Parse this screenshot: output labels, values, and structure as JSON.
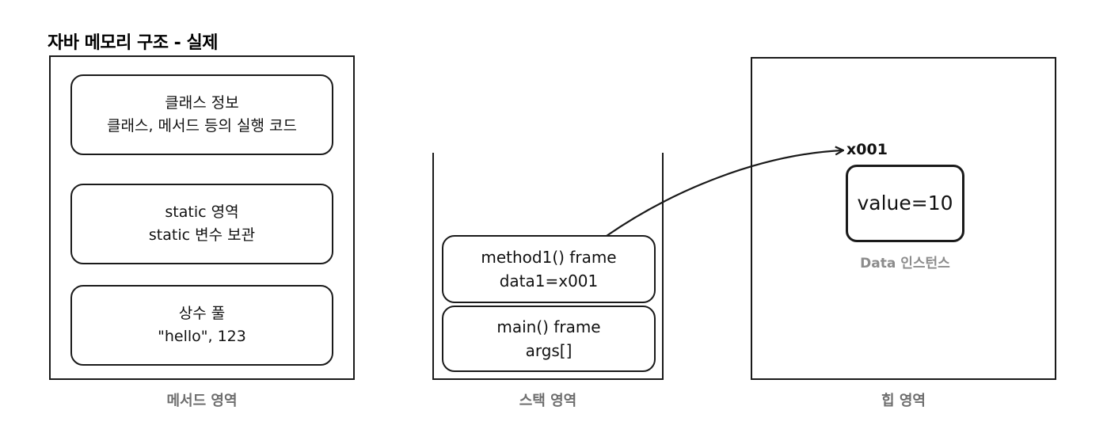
{
  "title": "자바 메모리 구조 - 실제",
  "method_area": {
    "label": "메서드 영역",
    "boxes": [
      {
        "line1": "클래스 정보",
        "line2": "클래스, 메서드 등의 실행 코드"
      },
      {
        "line1": "static 영역",
        "line2": "static 변수 보관"
      },
      {
        "line1": "상수 풀",
        "line2": "\"hello\", 123"
      }
    ]
  },
  "stack_area": {
    "label": "스택 영역",
    "frames": [
      {
        "line1": "method1() frame",
        "line2": "data1=x001"
      },
      {
        "line1": "main() frame",
        "line2": "args[]"
      }
    ]
  },
  "heap_area": {
    "label": "힙 영역",
    "address": "x001",
    "instance_value": "value=10",
    "instance_label": "Data 인스턴스"
  },
  "colors": {
    "line": "#1a1a1a",
    "label_gray": "#6e6e6e",
    "instance_label_gray": "#8c8c8c"
  }
}
